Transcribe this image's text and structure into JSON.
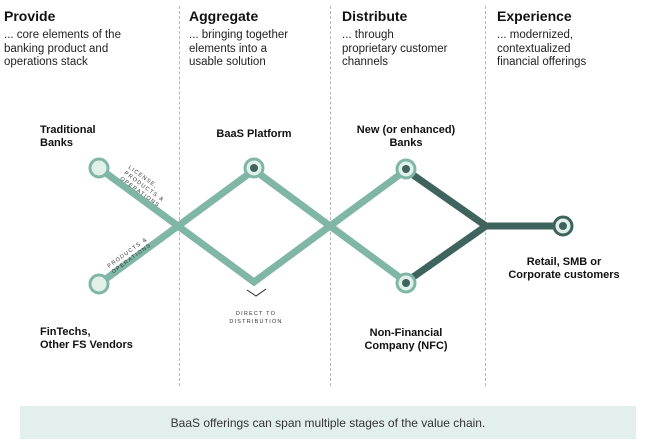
{
  "stages": [
    {
      "title": "Provide",
      "desc": [
        "... core elements of the",
        "banking product and",
        "operations stack"
      ]
    },
    {
      "title": "Aggregate",
      "desc": [
        "... bringing together",
        "elements into a",
        "usable solution"
      ]
    },
    {
      "title": "Distribute",
      "desc": [
        "... through",
        "proprietary customer",
        "channels"
      ]
    },
    {
      "title": "Experience",
      "desc": [
        "... modernized,",
        "contextualized",
        "financial offerings"
      ]
    }
  ],
  "nodes": {
    "traditional_banks": [
      "Traditional",
      "Banks"
    ],
    "fintechs": [
      "FinTechs,",
      "Other FS Vendors"
    ],
    "baas_platform": "BaaS Platform",
    "new_banks": [
      "New (or enhanced)",
      "Banks"
    ],
    "non_financial": [
      "Non-Financial",
      "Company (NFC)"
    ],
    "customers": [
      "Retail, SMB or",
      "Corporate customers"
    ]
  },
  "flow_labels": {
    "licenses": [
      "LICENSE,",
      "PRODUCTS &",
      "OPERATIONS"
    ],
    "products": [
      "PRODUCTS &",
      "OPERATIONS"
    ],
    "direct": [
      "DIRECT TO",
      "DISTRIBUTION"
    ]
  },
  "footer": "BaaS offerings can span multiple stages of the value chain.",
  "colors": {
    "light_flow": "#7fb6a6",
    "dark_flow": "#3f645e",
    "node_fill": "#e2f0ea",
    "footer_bg": "#e3efed"
  }
}
